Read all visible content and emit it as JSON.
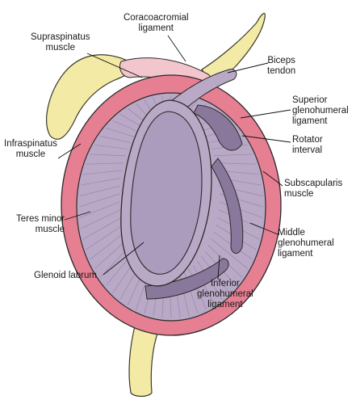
{
  "labels": {
    "coracoacromial": [
      "Coracoacromial",
      "ligament"
    ],
    "supraspinatus": [
      "Supraspinatus",
      "muscle"
    ],
    "biceps": [
      "Biceps",
      "tendon"
    ],
    "superior_gh": [
      "Superior",
      "glenohumeral",
      "ligament"
    ],
    "infraspinatus": [
      "Infraspinatus",
      "muscle"
    ],
    "rotator_interval": [
      "Rotator",
      "interval"
    ],
    "subscapularis": [
      "Subscapularis",
      "muscle"
    ],
    "teres_minor": [
      "Teres minor",
      "muscle"
    ],
    "middle_gh": [
      "Middle",
      "glenohumeral",
      "ligament"
    ],
    "glenoid_labrum": [
      "Glenoid labrum"
    ],
    "inferior_gh": [
      "Inferior",
      "glenohumeral",
      "ligament"
    ]
  },
  "colors": {
    "bone": "#f3eaa6",
    "bone_outline": "#3a3a2a",
    "muscle": "#e77f93",
    "capsule": "#b9a9c6",
    "capsule_shadow": "#8a789c",
    "glenoid": "#ab9cbe",
    "ligament_tissue": "#f2c6cc",
    "outline": "#2a2a2a"
  }
}
